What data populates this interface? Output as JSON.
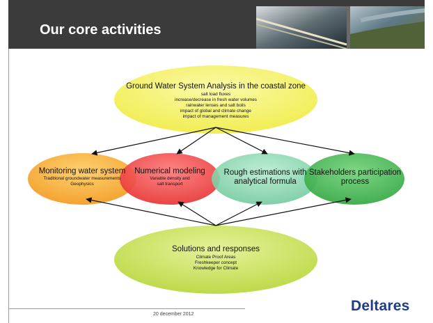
{
  "slide": {
    "title": "Our core activities",
    "date": "20 december 2012",
    "logo": "Deltares"
  },
  "nodes": {
    "top": {
      "title": "Ground Water System Analysis in the coastal zone",
      "lines": [
        "salt load fluxes",
        "increase/decrease in fresh water volumes",
        "rainwater lenses and salt boils",
        "impact of global and climate change",
        "impact of management measures"
      ]
    },
    "monitoring": {
      "title": "Monitoring water system",
      "lines": [
        "Traditional groundwater measurements",
        "Geophysics"
      ]
    },
    "numerical": {
      "title": "Numerical modeling",
      "lines": [
        "Variable density and",
        "salt transport"
      ]
    },
    "rough": {
      "title_lines": [
        "Rough estimations with",
        "analytical formula"
      ]
    },
    "stakeholders": {
      "title_lines": [
        "Stakeholders participation",
        "process"
      ]
    },
    "solutions": {
      "title": "Solutions and responses",
      "lines": [
        "Climate Proof Areas",
        "Freshkeeper concept",
        "Knowledge for Climate"
      ]
    }
  },
  "colors": {
    "top_ellipse": "#f5f26e",
    "monitoring_ellipse": "#f5a12e",
    "numerical_ellipse": "#ee3b3b",
    "rough_ellipse": "#7fd0a8",
    "stakeholders_ellipse": "#3cb24a",
    "solutions_ellipse": "#c8e05a",
    "header": "#3b3b3b",
    "logo": "#1d3d8a"
  }
}
